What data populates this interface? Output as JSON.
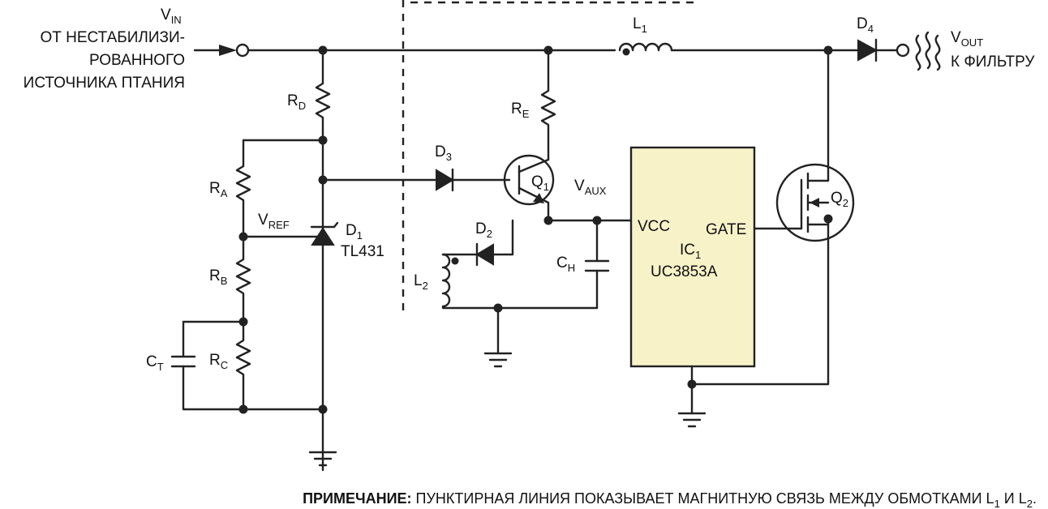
{
  "labels": {
    "vin_main": "V",
    "vin_sub": "IN",
    "source_line1": "ОТ НЕСТАБИЛИЗИ-",
    "source_line2": "РОВАННОГО",
    "source_line3": "ИСТОЧНИКА ПТАНИЯ",
    "l1_main": "L",
    "l1_sub": "1",
    "d4_main": "D",
    "d4_sub": "4",
    "vout_main": "V",
    "vout_sub": "OUT",
    "to_filter": "К ФИЛЬТРУ",
    "rd_main": "R",
    "rd_sub": "D",
    "re_main": "R",
    "re_sub": "E",
    "ra_main": "R",
    "ra_sub": "A",
    "rb_main": "R",
    "rb_sub": "B",
    "rc_main": "R",
    "rc_sub": "C",
    "ct_main": "C",
    "ct_sub": "T",
    "ch_main": "C",
    "ch_sub": "H",
    "vref_main": "V",
    "vref_sub": "REF",
    "d1_main": "D",
    "d1_sub": "1",
    "d1_part": "TL431",
    "d3_main": "D",
    "d3_sub": "3",
    "d2_main": "D",
    "d2_sub": "2",
    "q1_main": "Q",
    "q1_sub": "1",
    "q2_main": "Q",
    "q2_sub": "2",
    "l2_main": "L",
    "l2_sub": "2",
    "vaux_main": "V",
    "vaux_sub": "AUX",
    "ic_vcc": "VCC",
    "ic_gate": "GATE",
    "ic_name_main": "IC",
    "ic_name_sub": "1",
    "ic_part": "UC3853A"
  },
  "note": {
    "bold": "ПРИМЕЧАНИЕ:",
    "text": " ПУНКТИРНАЯ ЛИНИЯ ПОКАЗЫВАЕТ МАГНИТНУЮ СВЯЗЬ МЕЖДУ ОБМОТКАМИ L",
    "sub1": "1",
    "mid": " И L",
    "sub2": "2",
    "end": "."
  },
  "colors": {
    "ic_fill": "#f7f2c8",
    "wire": "#222222"
  }
}
